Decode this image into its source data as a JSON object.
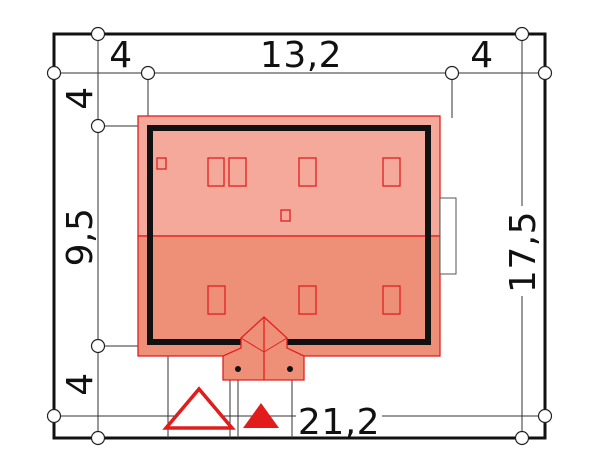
{
  "plot_plan": {
    "dimensions": {
      "top_left_setback": "4",
      "top_width": "13,2",
      "top_right_setback": "4",
      "left_top_setback": "4",
      "left_depth": "9,5",
      "left_bottom_setback": "4",
      "right_total_depth": "17,5",
      "bottom_total_width": "21,2"
    },
    "colors": {
      "roof_upper": "#f4a99a",
      "roof_lower": "#ee8f78",
      "roof_outline": "#e02020",
      "wall": "#111111",
      "entrance_arrow": "#e21b1b"
    }
  }
}
